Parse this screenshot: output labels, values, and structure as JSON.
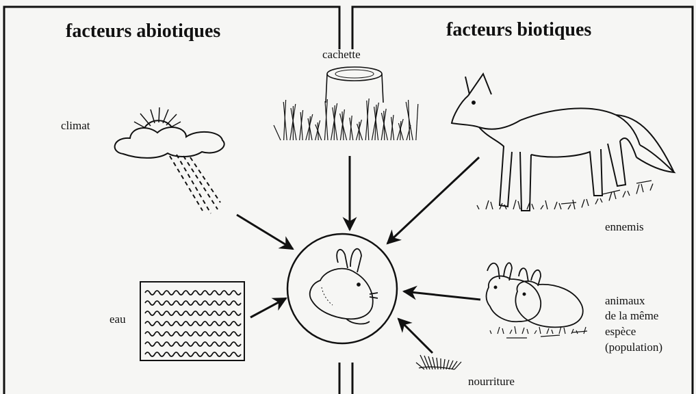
{
  "headings": {
    "abiotic": "facteurs abiotiques",
    "biotic": "facteurs biotiques"
  },
  "labels": {
    "climate": "climat",
    "water": "eau",
    "hiding_place": "cachette",
    "enemies": "ennemis",
    "same_species_line1": "animaux",
    "same_species_line2": "de la même",
    "same_species_line3": "espèce",
    "same_species_line4": "(population)",
    "food": "nourriture"
  },
  "colors": {
    "ink": "#111111",
    "paper": "#f6f6f4"
  },
  "icons": {
    "climate": "cloud-sun-rain-icon",
    "water": "water-waves-icon",
    "hiding_place": "tree-stump-grass-icon",
    "enemies": "fox-icon",
    "same_species": "rabbits-icon",
    "food": "grass-tuft-icon",
    "center": "rabbit-icon"
  }
}
